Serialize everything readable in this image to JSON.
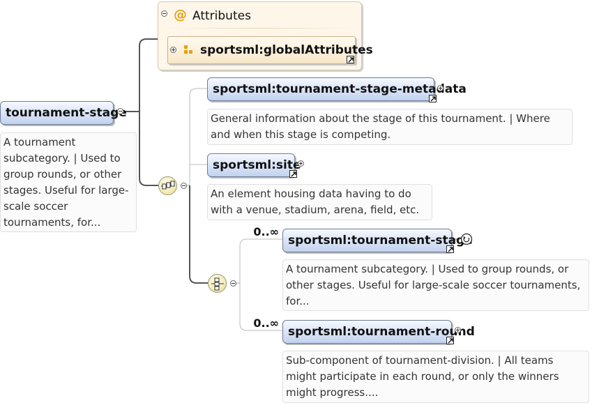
{
  "diagram": {
    "root": {
      "name": "tournament-stage",
      "description": "A tournament subcategory. | Used to group rounds, or other stages. Useful for large-scale soccer tournaments, for..."
    },
    "attributes": {
      "title": "Attributes",
      "at_symbol": "@",
      "group_ref": "sportsml:globalAttributes"
    },
    "sequence_children": [
      {
        "name": "sportsml:tournament-stage-metadata",
        "description": "General information about the stage of this tournament. | Where and when this stage is competing."
      },
      {
        "name": "sportsml:site",
        "description": "An element housing data having to do with a venue, stadium, arena, field, etc."
      }
    ],
    "choice_children": [
      {
        "name": "sportsml:tournament-stage",
        "cardinality": "0..∞",
        "description": "A tournament subcategory. | Used to group rounds, or other stages. Useful for large-scale soccer tournaments, for..."
      },
      {
        "name": "sportsml:tournament-round",
        "cardinality": "0..∞",
        "description": "Sub-component of tournament-division. | All teams might participate in each round, or only the winners might progress...."
      }
    ]
  }
}
